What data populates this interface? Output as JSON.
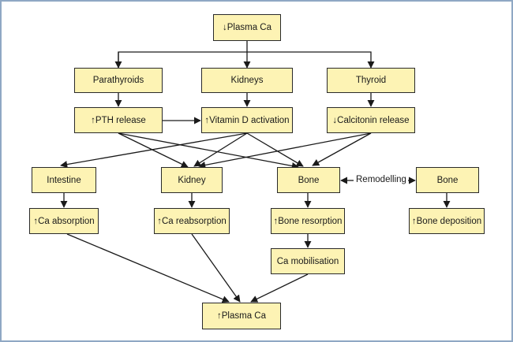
{
  "colors": {
    "node_fill": "#fdf3b4",
    "node_border": "#2a2a2a",
    "frame_border": "#8fa8c4",
    "arrow": "#1a1a1a"
  },
  "nodes": {
    "plasma_ca_low": "↓Plasma Ca",
    "parathyroids": "Parathyroids",
    "kidneys": "Kidneys",
    "thyroid": "Thyroid",
    "pth_release": "↑PTH release",
    "vitd_activation": "↑Vitamin D activation",
    "calcitonin_release": "↓Calcitonin release",
    "intestine": "Intestine",
    "kidney": "Kidney",
    "bone": "Bone",
    "bone_right": "Bone",
    "ca_absorption": "↑Ca absorption",
    "ca_reabsorption": "↑Ca reabsorption",
    "bone_resorption": "↑Bone resorption",
    "bone_deposition": "↑Bone deposition",
    "ca_mobilisation": "Ca mobilisation",
    "plasma_ca_high": "↑Plasma Ca"
  },
  "labels": {
    "remodelling": "Remodelling"
  }
}
